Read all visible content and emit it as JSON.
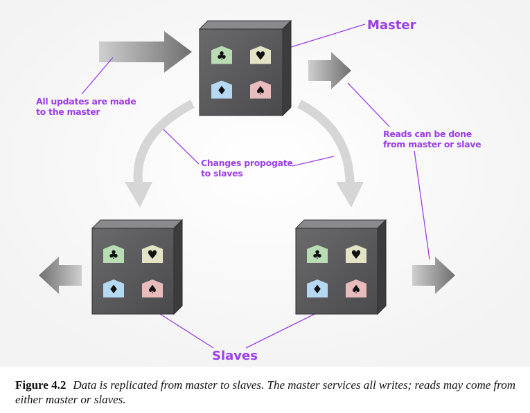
{
  "labels": {
    "master": "Master",
    "all_updates": "All updates are made to the master",
    "reads": "Reads can be done from master or slave",
    "changes": "Changes propogate to slaves",
    "slaves": "Slaves"
  },
  "caption": {
    "number": "Figure 4.2",
    "text": "Data is replicated from master to slaves. The master services all writes; reads may come from either master or slaves."
  },
  "suits": [
    "♣",
    "♥",
    "♦",
    "♠"
  ],
  "colors": {
    "label": "#9b3fe6",
    "box_front": "#5a5a5c",
    "tile_club": "#b9dcb5",
    "tile_heart": "#e4e3c6",
    "tile_diamond": "#b5d9f2",
    "tile_spade": "#e8bcbd"
  }
}
